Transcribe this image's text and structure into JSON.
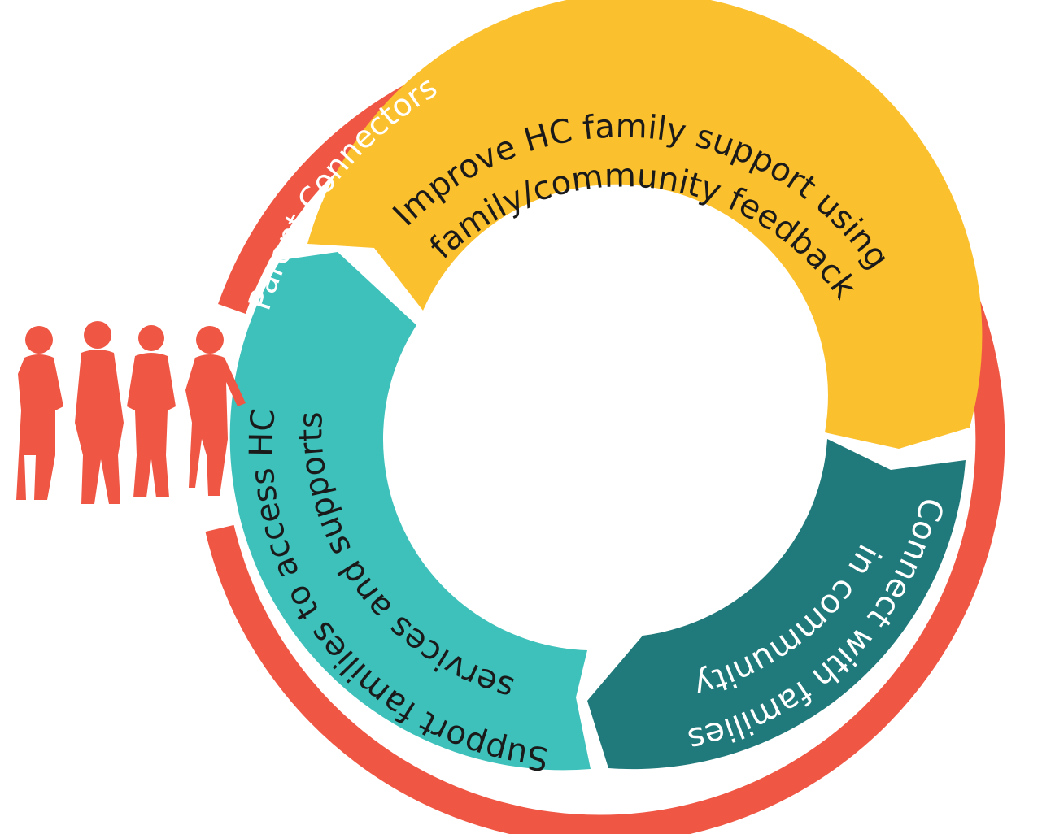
{
  "outer_ring": {
    "label": "Parent Connectors",
    "color": "#EF5744"
  },
  "segments": [
    {
      "id": "improve",
      "line1": "Improve HC family support using",
      "line2": "family/community feedback",
      "color": "#FBC02D",
      "text_color": "#1a1a1a"
    },
    {
      "id": "connect",
      "line1": "Connect with families",
      "line2": "in community",
      "color": "#20797A",
      "text_color": "#ffffff"
    },
    {
      "id": "support",
      "line1": "Support families to access HC",
      "line2": "services and supports",
      "color": "#3EC1BA",
      "text_color": "#1a1a1a"
    }
  ],
  "people": {
    "icon": "people-silhouettes-icon",
    "count": 4,
    "color": "#EF5744"
  }
}
